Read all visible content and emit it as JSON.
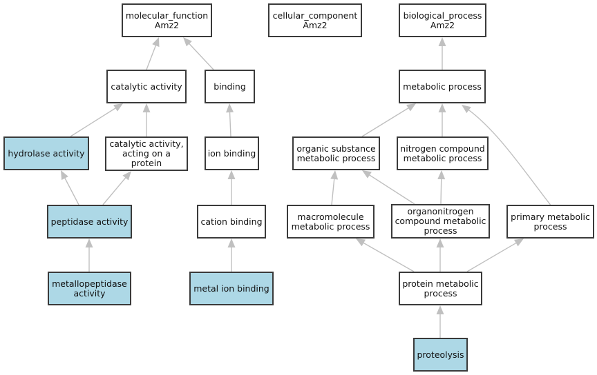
{
  "colors": {
    "highlight_fill": "#add8e6",
    "default_fill": "#ffffff",
    "border": "#3a3a3a",
    "edge": "#c0c0c0"
  },
  "nodes": {
    "molecular_function": {
      "label": "molecular_function\nAmz2",
      "highlighted": false
    },
    "cellular_component": {
      "label": "cellular_component\nAmz2",
      "highlighted": false
    },
    "biological_process": {
      "label": "biological_process\nAmz2",
      "highlighted": false
    },
    "catalytic_activity": {
      "label": "catalytic activity",
      "highlighted": false
    },
    "binding": {
      "label": "binding",
      "highlighted": false
    },
    "metabolic_process": {
      "label": "metabolic process",
      "highlighted": false
    },
    "hydrolase_activity": {
      "label": "hydrolase activity",
      "highlighted": true
    },
    "catalytic_activity_protein": {
      "label": "catalytic activity,\nacting on a\nprotein",
      "highlighted": false
    },
    "ion_binding": {
      "label": "ion binding",
      "highlighted": false
    },
    "organic_substance_metabolic": {
      "label": "organic substance\nmetabolic process",
      "highlighted": false
    },
    "nitrogen_compound_metabolic": {
      "label": "nitrogen compound\nmetabolic process",
      "highlighted": false
    },
    "peptidase_activity": {
      "label": "peptidase activity",
      "highlighted": true
    },
    "cation_binding": {
      "label": "cation binding",
      "highlighted": false
    },
    "macromolecule_metabolic": {
      "label": "macromolecule\nmetabolic process",
      "highlighted": false
    },
    "organonitrogen_metabolic": {
      "label": "organonitrogen\ncompound metabolic\nprocess",
      "highlighted": false
    },
    "primary_metabolic": {
      "label": "primary metabolic\nprocess",
      "highlighted": false
    },
    "metallopeptidase_activity": {
      "label": "metallopeptidase\nactivity",
      "highlighted": true
    },
    "metal_ion_binding": {
      "label": "metal ion binding",
      "highlighted": true
    },
    "protein_metabolic": {
      "label": "protein metabolic\nprocess",
      "highlighted": false
    },
    "proteolysis": {
      "label": "proteolysis",
      "highlighted": true
    }
  },
  "edges": [
    {
      "from": "catalytic_activity",
      "to": "molecular_function"
    },
    {
      "from": "binding",
      "to": "molecular_function"
    },
    {
      "from": "hydrolase_activity",
      "to": "catalytic_activity"
    },
    {
      "from": "catalytic_activity_protein",
      "to": "catalytic_activity"
    },
    {
      "from": "ion_binding",
      "to": "binding"
    },
    {
      "from": "peptidase_activity",
      "to": "hydrolase_activity"
    },
    {
      "from": "peptidase_activity",
      "to": "catalytic_activity_protein"
    },
    {
      "from": "cation_binding",
      "to": "ion_binding"
    },
    {
      "from": "metallopeptidase_activity",
      "to": "peptidase_activity"
    },
    {
      "from": "metal_ion_binding",
      "to": "cation_binding"
    },
    {
      "from": "metabolic_process",
      "to": "biological_process"
    },
    {
      "from": "organic_substance_metabolic",
      "to": "metabolic_process"
    },
    {
      "from": "nitrogen_compound_metabolic",
      "to": "metabolic_process"
    },
    {
      "from": "primary_metabolic",
      "to": "metabolic_process"
    },
    {
      "from": "macromolecule_metabolic",
      "to": "organic_substance_metabolic"
    },
    {
      "from": "organonitrogen_metabolic",
      "to": "organic_substance_metabolic"
    },
    {
      "from": "organonitrogen_metabolic",
      "to": "nitrogen_compound_metabolic"
    },
    {
      "from": "protein_metabolic",
      "to": "macromolecule_metabolic"
    },
    {
      "from": "protein_metabolic",
      "to": "organonitrogen_metabolic"
    },
    {
      "from": "protein_metabolic",
      "to": "primary_metabolic"
    },
    {
      "from": "proteolysis",
      "to": "protein_metabolic"
    }
  ]
}
